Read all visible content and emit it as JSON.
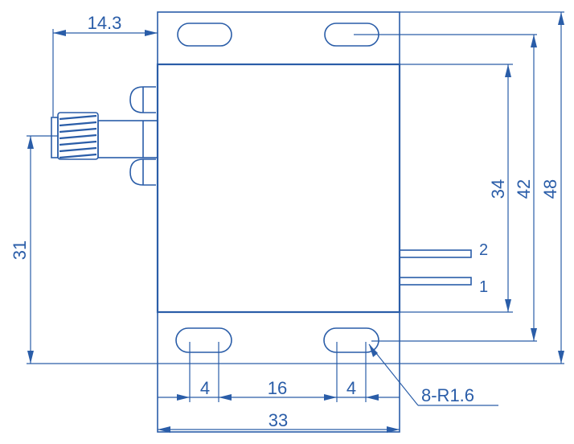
{
  "colors": {
    "line": "#2a5da8",
    "background": "#ffffff"
  },
  "dimensions": {
    "connector_offset": "14.3",
    "height_connector": "31",
    "inner_height": "34",
    "hole_pitch": "42",
    "overall_height": "48",
    "slot_width_left": "4",
    "slot_spacing": "16",
    "slot_width_right": "4",
    "overall_width": "33",
    "slot_callout": "8-R1.6"
  },
  "pins": {
    "pin_2": "2",
    "pin_1": "1"
  }
}
